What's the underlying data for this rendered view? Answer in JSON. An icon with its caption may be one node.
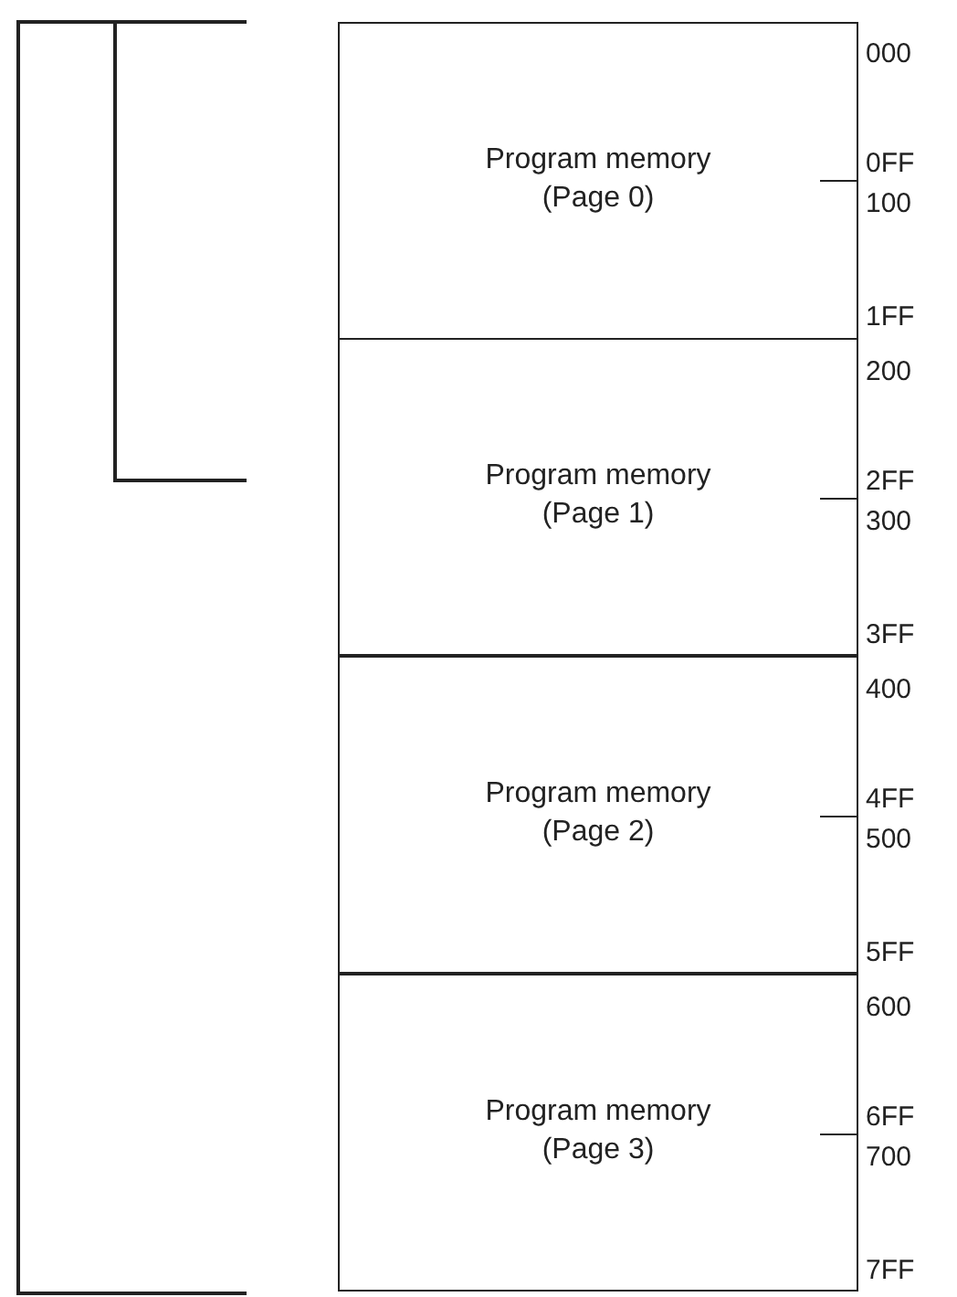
{
  "diagram": {
    "nodes": [
      {
        "text": [
          "Program memory (Page 0)"
        ]
      },
      {
        "text": [
          "Program memory (Page 1)"
        ]
      },
      {
        "text": [
          "Program memory (Page 2)"
        ]
      },
      {
        "text": [
          "Program memory (Page 3)"
        ]
      }
    ],
    "labels": [
      "000",
      "0FF",
      "100",
      "1FF",
      "200",
      "2FF",
      "300",
      "3FF",
      "400",
      "4FF",
      "500",
      "5FF",
      "600",
      "6FF",
      "700",
      "7FF"
    ]
  }
}
